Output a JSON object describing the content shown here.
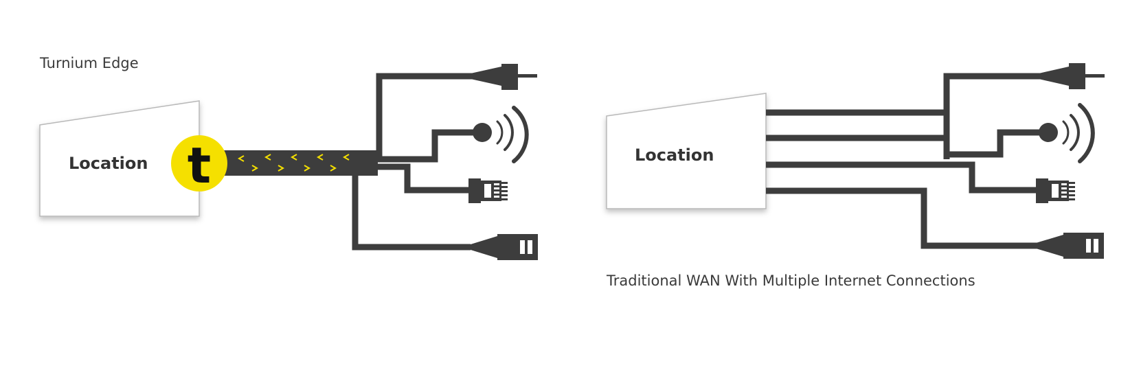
{
  "diagrams": {
    "left": {
      "caption": "Turnium Edge",
      "location_label": "Location",
      "badge_letter": "t",
      "connections": [
        "dsl-plug",
        "wireless-signal",
        "ethernet-plug",
        "fiber-plug"
      ]
    },
    "right": {
      "caption": "Traditional WAN With Multiple Internet Connections",
      "location_label": "Location",
      "connections": [
        "dsl-plug",
        "wireless-signal",
        "ethernet-plug",
        "fiber-plug"
      ]
    }
  },
  "colors": {
    "cable": "#3d3d3d",
    "accent_yellow": "#f5e000",
    "chevron": "#f5e000",
    "box_border": "#b8b8b8"
  }
}
